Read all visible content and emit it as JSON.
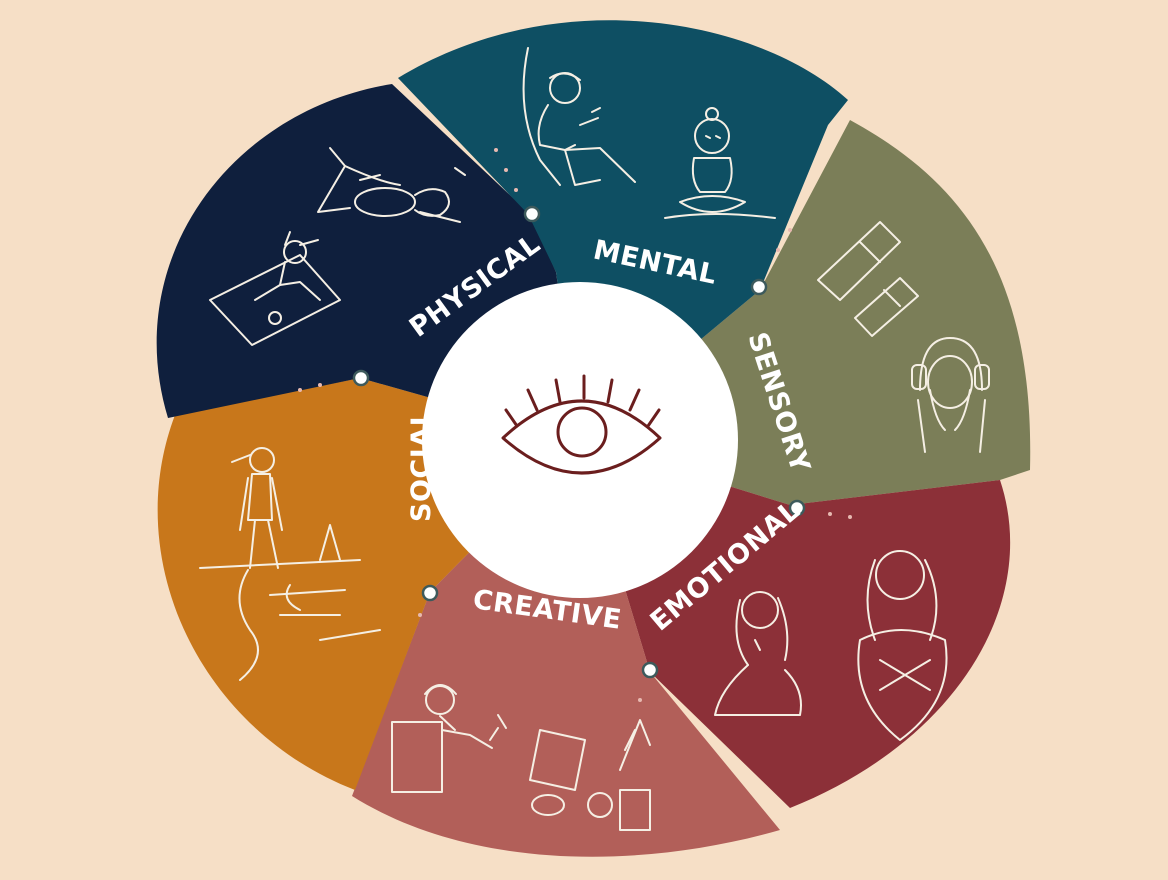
{
  "segments": {
    "physical": {
      "label": "PHYSICAL",
      "color": "#0f1f3d"
    },
    "mental": {
      "label": "MENTAL",
      "color": "#0e4f63"
    },
    "sensory": {
      "label": "SENSORY",
      "color": "#7b7e58"
    },
    "emotional": {
      "label": "EMOTIONAL",
      "color": "#8c3038"
    },
    "creative": {
      "label": "CREATIVE",
      "color": "#b25f59"
    },
    "social": {
      "label": "SOCIAL",
      "color": "#c8771b"
    }
  },
  "center": {
    "icon": "eye-icon",
    "background": "#ffffff",
    "icon_color": "#6b1e1e"
  },
  "background_color": "#f6dfc6"
}
